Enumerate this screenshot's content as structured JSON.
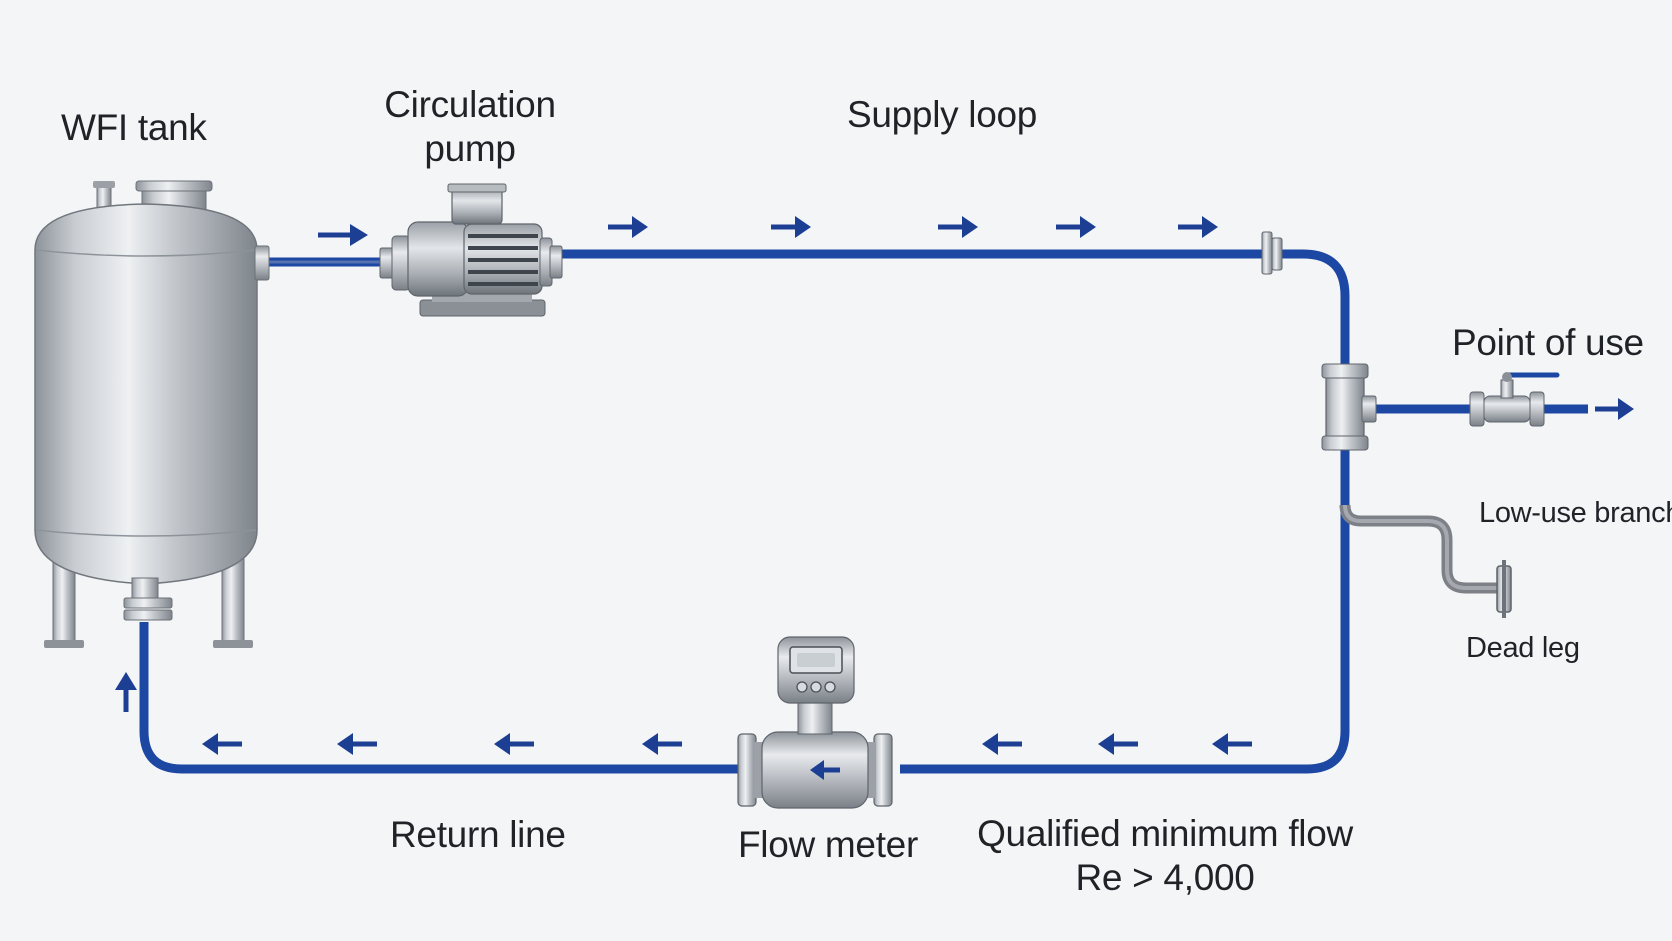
{
  "labels": {
    "wfi_tank": "WFI tank",
    "circulation_pump_line1": "Circulation",
    "circulation_pump_line2": "pump",
    "supply_loop": "Supply loop",
    "point_of_use": "Point of use",
    "low_use_branch": "Low-use branch",
    "dead_leg": "Dead leg",
    "return_line": "Return line",
    "flow_meter": "Flow meter",
    "qualified_min_flow": "Qualified minimum flow",
    "reynolds": "Re > 4,000"
  },
  "colors": {
    "loop_pipe": "#1c47a3",
    "flow_arrow": "#1c3f94",
    "dead_leg_pipe": "#8a8d92",
    "steel": "#b9bec4",
    "background": "#f4f5f6"
  },
  "icons": [
    "tank-icon",
    "pump-icon",
    "flow-meter-icon",
    "valve-icon",
    "tee-fitting-icon",
    "flange-icon",
    "arrow-right-icon",
    "arrow-left-icon",
    "arrow-up-icon"
  ]
}
